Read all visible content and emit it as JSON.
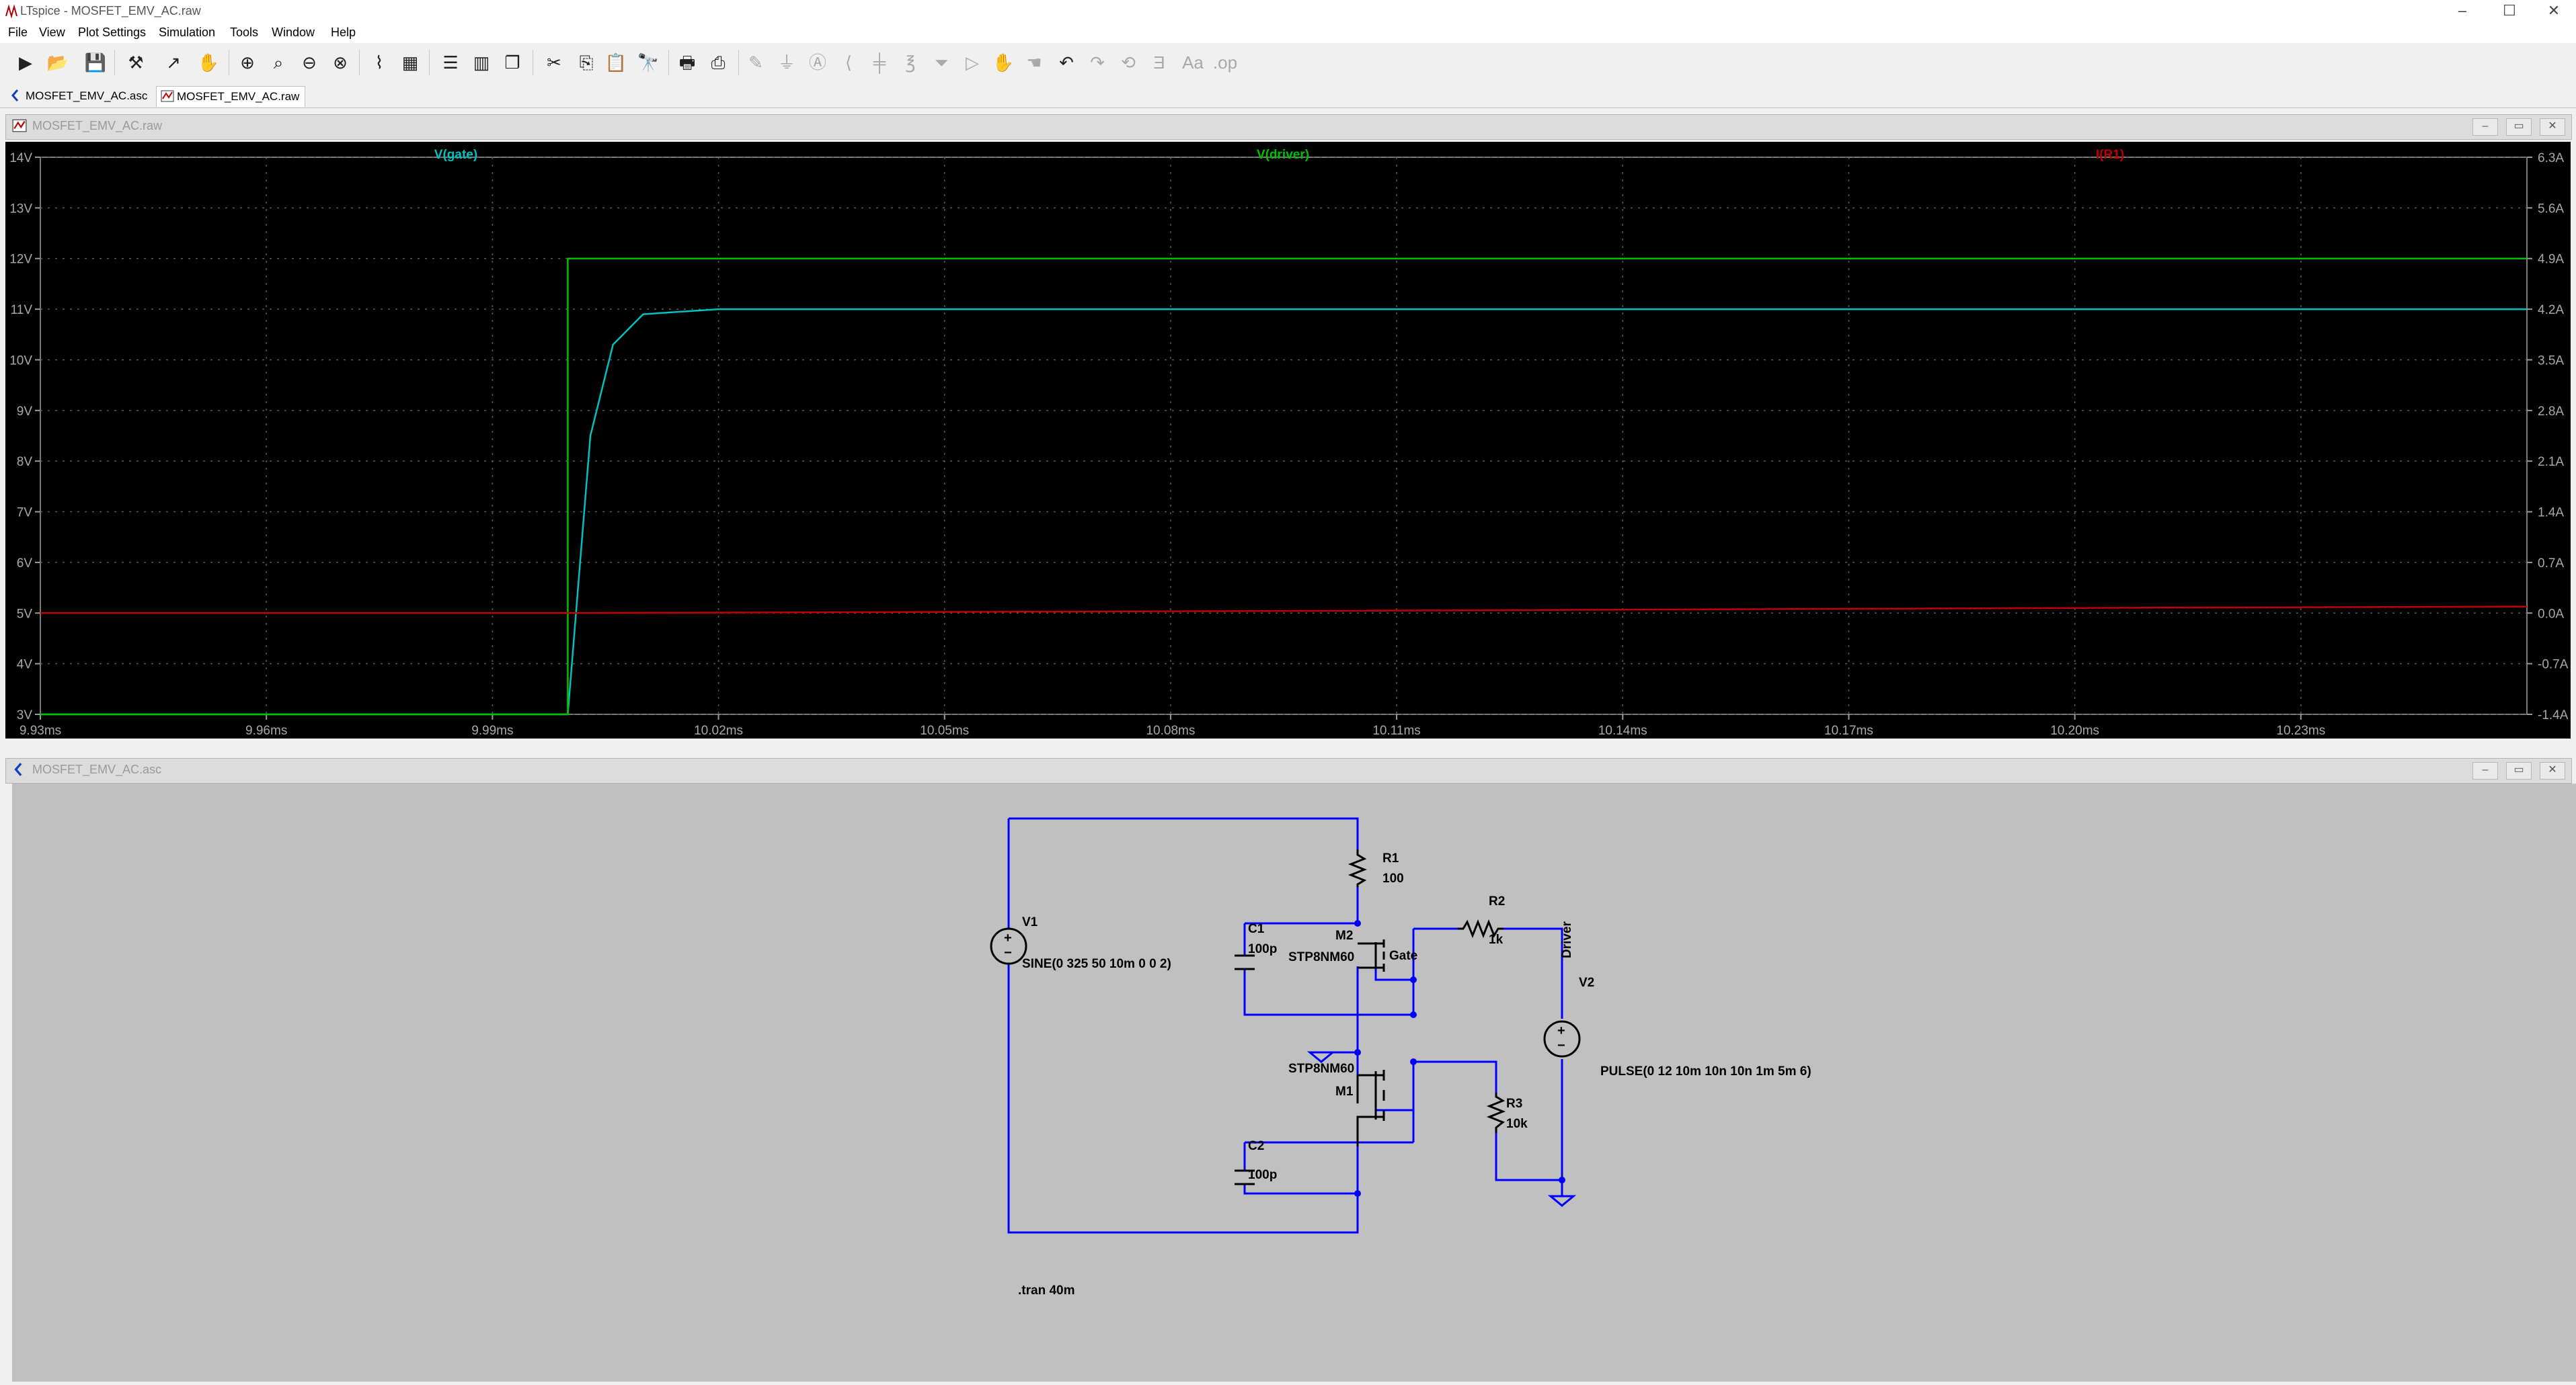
{
  "window": {
    "title": "LTspice - MOSFET_EMV_AC.raw",
    "controls": [
      "–",
      "☐",
      "✕"
    ]
  },
  "menu": [
    "File",
    "View",
    "Plot Settings",
    "Simulation",
    "Tools",
    "Window",
    "Help"
  ],
  "toolbar": {
    "icons": [
      "run-icon",
      "open-icon",
      "save-icon",
      "control-panel-icon",
      "probe-icon",
      "pan-hand-icon",
      "zoom-in-icon",
      "zoom-box-icon",
      "zoom-out-icon",
      "zoom-fit-icon",
      "autorange-icon",
      "grid-icon",
      "tile-horizontal-icon",
      "tile-vertical-icon",
      "cascade-icon",
      "cut-icon",
      "copy-icon",
      "paste-icon",
      "find-icon",
      "print-icon",
      "print-setup-icon",
      "wire-icon",
      "ground-icon",
      "label-icon",
      "resistor-icon",
      "capacitor-icon",
      "inductor-icon",
      "diode-icon",
      "component-icon",
      "move-icon",
      "drag-icon",
      "undo-icon",
      "redo-icon",
      "rotate-icon",
      "mirror-icon",
      "text-icon",
      "spice-directive-icon"
    ]
  },
  "tabs": [
    {
      "label": "MOSFET_EMV_AC.asc",
      "icon": "schematic-icon",
      "active": false
    },
    {
      "label": "MOSFET_EMV_AC.raw",
      "icon": "waveform-icon",
      "active": true
    }
  ],
  "plot_window": {
    "title": "MOSFET_EMV_AC.raw"
  },
  "schematic_window": {
    "title": "MOSFET_EMV_AC.asc"
  },
  "chart_data": {
    "type": "line",
    "title": "",
    "background": "#000000",
    "x_tick_labels": [
      "9.93ms",
      "9.96ms",
      "9.99ms",
      "10.02ms",
      "10.05ms",
      "10.08ms",
      "10.11ms",
      "10.14ms",
      "10.17ms",
      "10.20ms",
      "10.23ms"
    ],
    "x_ticks": [
      9.93,
      9.96,
      9.99,
      10.02,
      10.05,
      10.08,
      10.11,
      10.14,
      10.17,
      10.2,
      10.23
    ],
    "xlim": [
      9.93,
      10.26
    ],
    "y_left_tick_labels": [
      "14V",
      "13V",
      "12V",
      "11V",
      "10V",
      "9V",
      "8V",
      "7V",
      "6V",
      "5V",
      "4V",
      "3V"
    ],
    "y_left_ticks": [
      14,
      13,
      12,
      11,
      10,
      9,
      8,
      7,
      6,
      5,
      4,
      3
    ],
    "y_left_lim": [
      3,
      14
    ],
    "y_right_tick_labels": [
      "6.3A",
      "5.6A",
      "4.9A",
      "4.2A",
      "3.5A",
      "2.8A",
      "2.1A",
      "1.4A",
      "0.7A",
      "0.0A",
      "-0.7A",
      "-1.4A"
    ],
    "y_right_ticks": [
      6.3,
      5.6,
      4.9,
      4.2,
      3.5,
      2.8,
      2.1,
      1.4,
      0.7,
      0.0,
      -0.7,
      -1.4
    ],
    "y_right_lim": [
      -1.4,
      6.3
    ],
    "grid": true,
    "series": [
      {
        "name": "V(gate)",
        "color": "#00c0c0",
        "axis": "left",
        "x": [
          9.93,
          10.0,
          10.0,
          10.003,
          10.006,
          10.01,
          10.02,
          10.26
        ],
        "y": [
          3.0,
          3.0,
          3.0,
          8.5,
          10.3,
          10.9,
          11.0,
          11.0
        ]
      },
      {
        "name": "V(driver)",
        "color": "#00c000",
        "axis": "left",
        "x": [
          9.93,
          10.0,
          10.0,
          10.26
        ],
        "y": [
          3.0,
          3.0,
          12.0,
          12.0
        ]
      },
      {
        "name": "I(R1)",
        "color": "#c00000",
        "axis": "right",
        "x": [
          9.93,
          10.0,
          10.1,
          10.2,
          10.26
        ],
        "y": [
          0.0,
          0.0,
          0.03,
          0.07,
          0.09
        ]
      }
    ]
  },
  "schematic": {
    "components": [
      {
        "ref": "V1",
        "value": "SINE(0 325 50 10m 0 0 2)"
      },
      {
        "ref": "R1",
        "value": "100"
      },
      {
        "ref": "C1",
        "value": "100p"
      },
      {
        "ref": "M2",
        "value": "STP8NM60"
      },
      {
        "ref": "R2",
        "value": "1k"
      },
      {
        "ref": "V2",
        "value": "PULSE(0 12 10m 10n 10n 1m 5m 6)"
      },
      {
        "ref": "M1",
        "value": "STP8NM60"
      },
      {
        "ref": "R3",
        "value": "10k"
      },
      {
        "ref": "C2",
        "value": "100p"
      }
    ],
    "net_labels": [
      "Gate",
      "Driver"
    ],
    "directive": ".tran 40m"
  }
}
